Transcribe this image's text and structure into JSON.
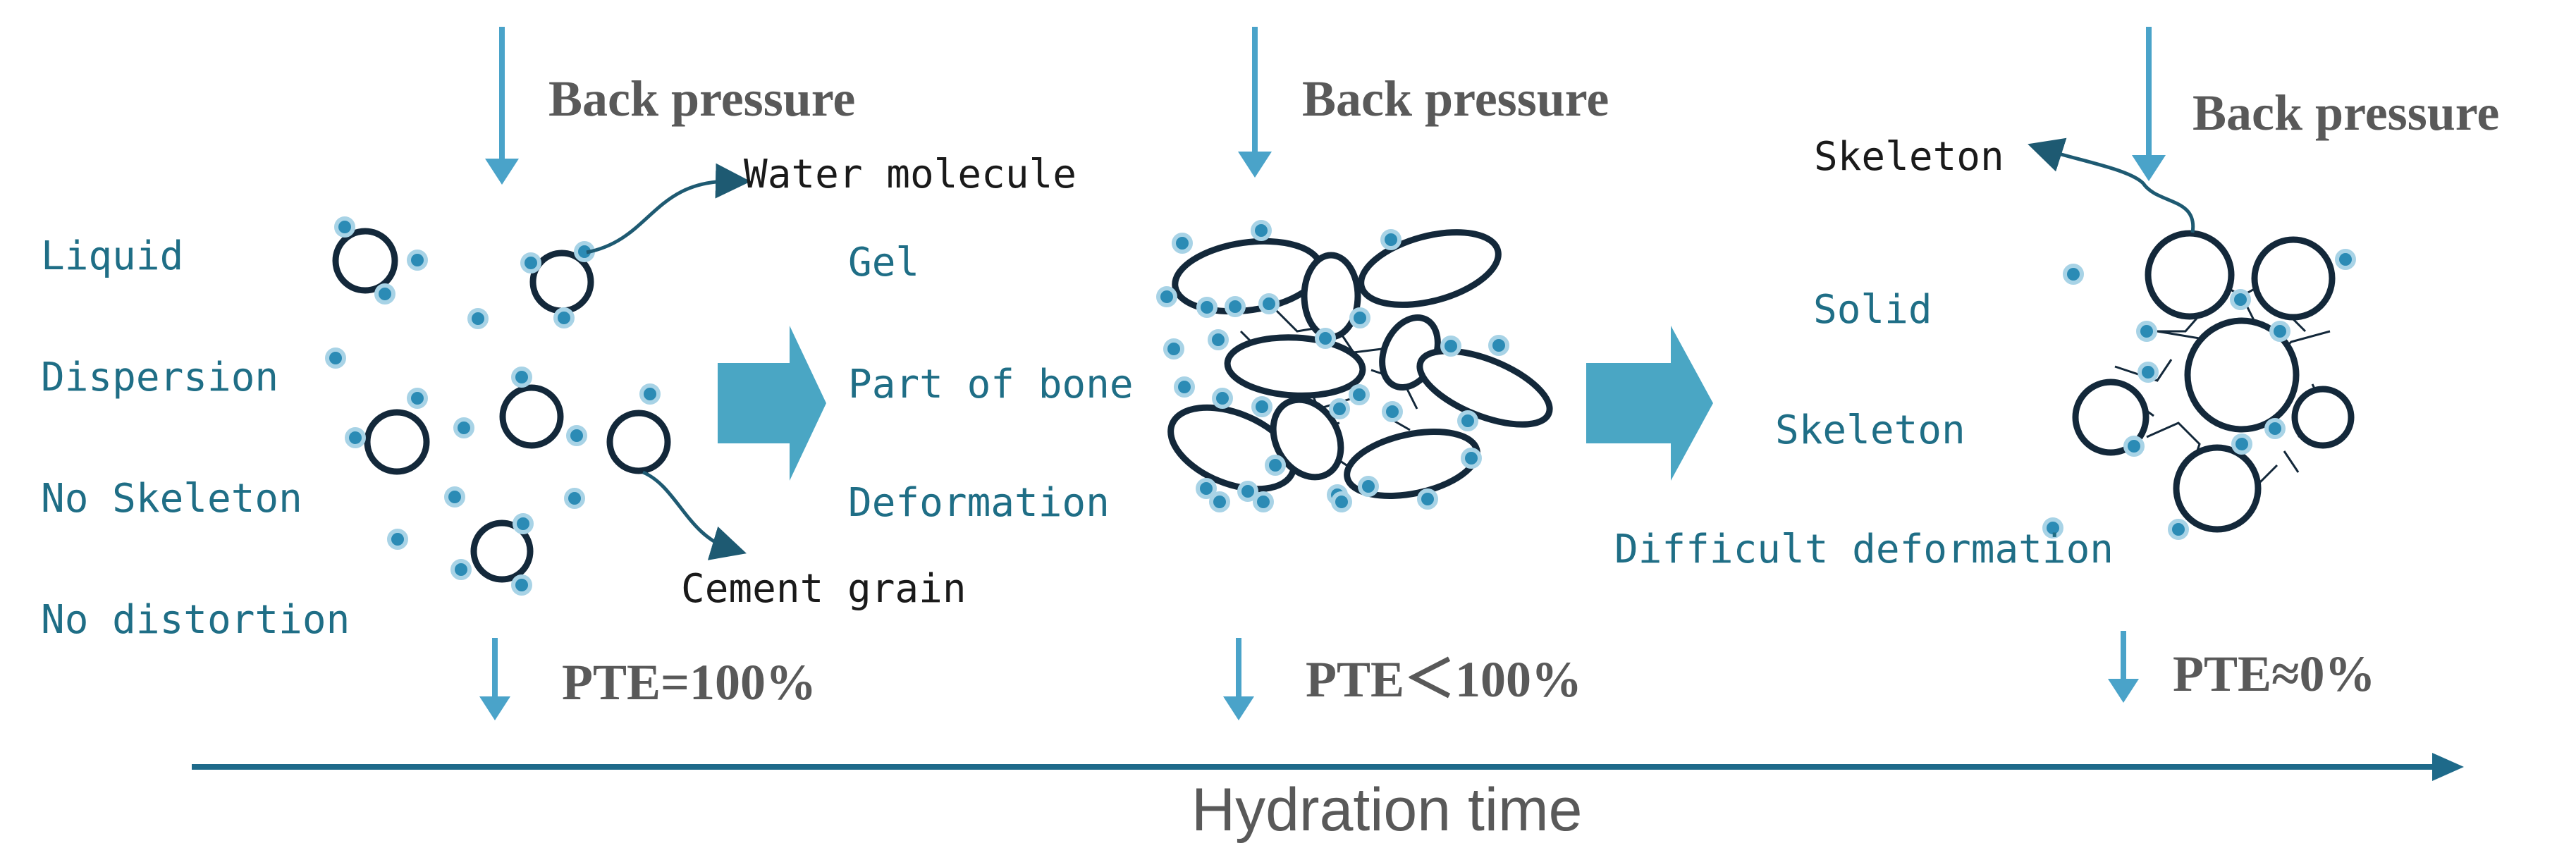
{
  "stage1": {
    "back_pressure": "Back pressure",
    "properties": [
      "Liquid",
      "Dispersion",
      "No Skeleton",
      "No distortion"
    ],
    "water_label": "Water molecule",
    "cement_label": "Cement grain",
    "pte": "PTE=100%"
  },
  "stage2": {
    "back_pressure": "Back pressure",
    "properties": [
      "Gel",
      "Part of bone",
      "Deformation"
    ],
    "pte": "PTE＜100%"
  },
  "stage3": {
    "back_pressure": "Back pressure",
    "skeleton_label": "Skeleton",
    "properties": [
      "Solid",
      "Skeleton",
      "Difficult deformation"
    ],
    "pte": "PTE≈0%"
  },
  "axis": {
    "title": "Hydration time"
  },
  "colors": {
    "arrow": "#4aa3c9",
    "big_arrow": "#4aa6c4",
    "axis": "#1e6a8a",
    "grain_outline": "#13283a",
    "water_fill": "#2b8bb5",
    "text_teal": "#1f6e86",
    "bold_gray": "#595959"
  }
}
